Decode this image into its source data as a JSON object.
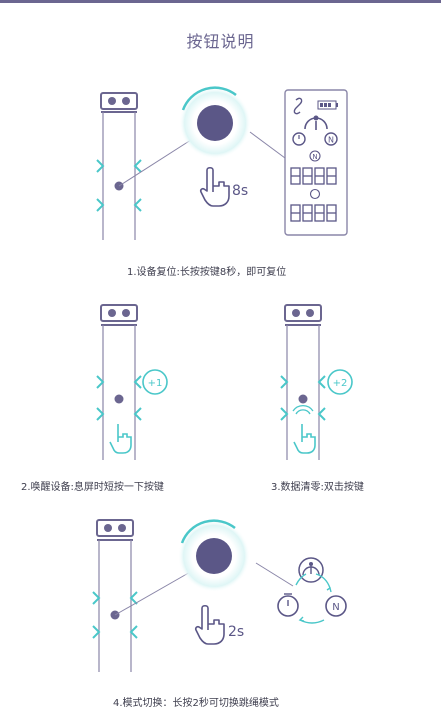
{
  "page": {
    "title": "按钮说明"
  },
  "steps": [
    {
      "caption": "1.设备复位:长按按键8秒，即可复位",
      "hold_label": "8s"
    },
    {
      "caption": "2.唤醒设备:息屏时短按一下按键",
      "badge": "+1"
    },
    {
      "caption": "3.数据清零:双击按键",
      "badge": "+2"
    },
    {
      "caption": "4.模式切换：长按2秒可切换跳绳模式",
      "hold_label": "2s"
    }
  ],
  "display": {
    "mode_label": "N"
  },
  "colors": {
    "primary": "#6b6690",
    "accent": "#4ac7c9",
    "line": "#8a86a8",
    "text": "#3e3e4e"
  }
}
